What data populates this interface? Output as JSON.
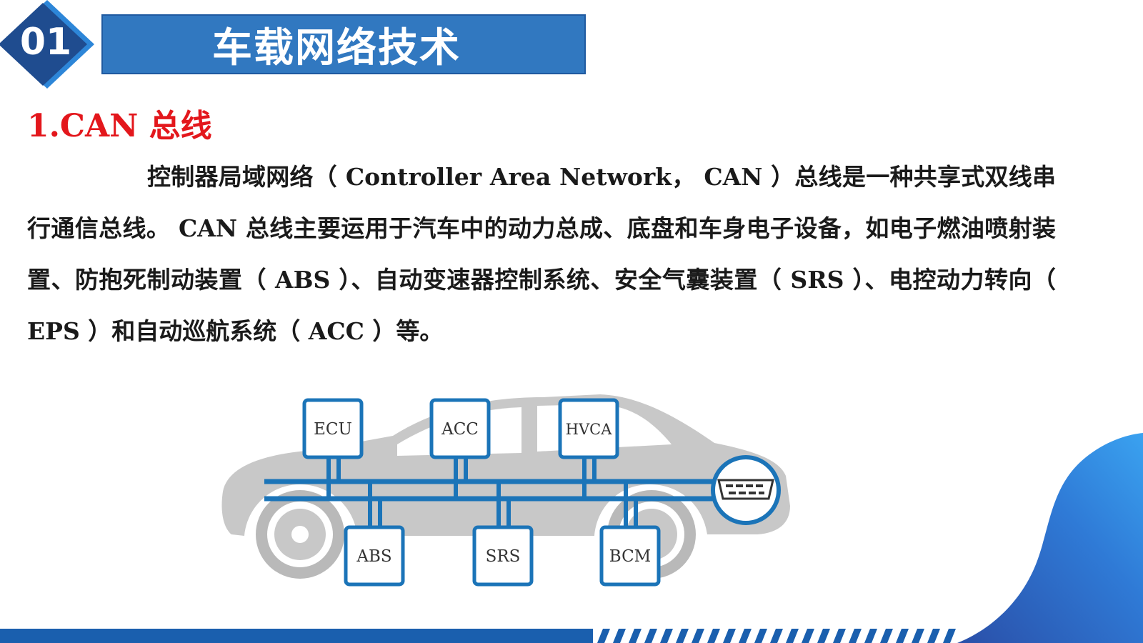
{
  "header": {
    "badge_number": "01",
    "title": "车载网络技术"
  },
  "section": {
    "heading": "1.CAN 总线"
  },
  "body": {
    "paragraph": "控制器局域网络（ Controller Area Network， CAN ）总线是一种共享式双线串行通信总线。 CAN 总线主要运用于汽车中的动力总成、底盘和车身电子设备，如电子燃油喷射装置、防抱死制动装置（ ABS ）、自动变速器控制系统、安全气囊装置（ SRS ）、电控动力转向（ EPS ）和自动巡航系统（ ACC ）等。"
  },
  "diagram": {
    "top_modules": [
      "ECU",
      "ACC",
      "HVCA"
    ],
    "bottom_modules": [
      "ABS",
      "SRS",
      "BCM"
    ],
    "icon": "obd-connector-icon",
    "colors": {
      "bus": "#1b74b8",
      "car": "#c8c8c8",
      "module_border": "#1b74b8"
    }
  },
  "theme": {
    "accent": "#3178c0",
    "heading_red": "#e3171c",
    "badge_dark": "#1f4c8f"
  }
}
